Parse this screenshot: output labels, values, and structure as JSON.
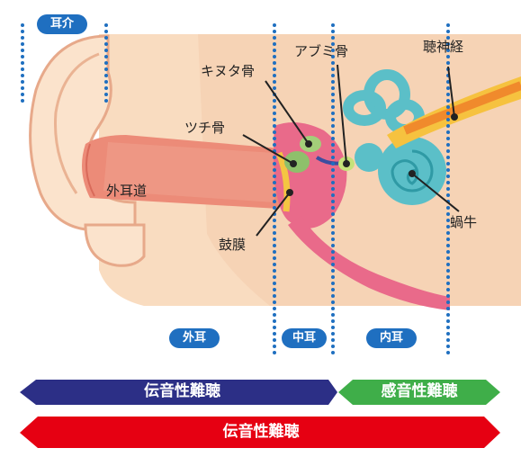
{
  "region_labels": {
    "auricle": "耳介",
    "outer_ear": "外耳",
    "middle_ear": "中耳",
    "inner_ear": "内耳"
  },
  "part_labels": {
    "ear_canal": "外耳道",
    "incus": "キヌタ骨",
    "malleus": "ツチ骨",
    "eardrum": "鼓膜",
    "stapes": "アブミ骨",
    "auditory_nerve": "聴神経",
    "cochlea": "蝸牛"
  },
  "hearing_loss": {
    "conductive_outer_middle": "伝音性難聴",
    "sensorineural": "感音性難聴",
    "conductive_full": "伝音性難聴"
  },
  "colors": {
    "label_pill": "#1f6fc0",
    "arrow_conductive_partial": "#2c2f86",
    "arrow_sensorineural": "#3fae49",
    "arrow_conductive_full": "#e60012",
    "divider_dots": "#1f6fc0"
  }
}
